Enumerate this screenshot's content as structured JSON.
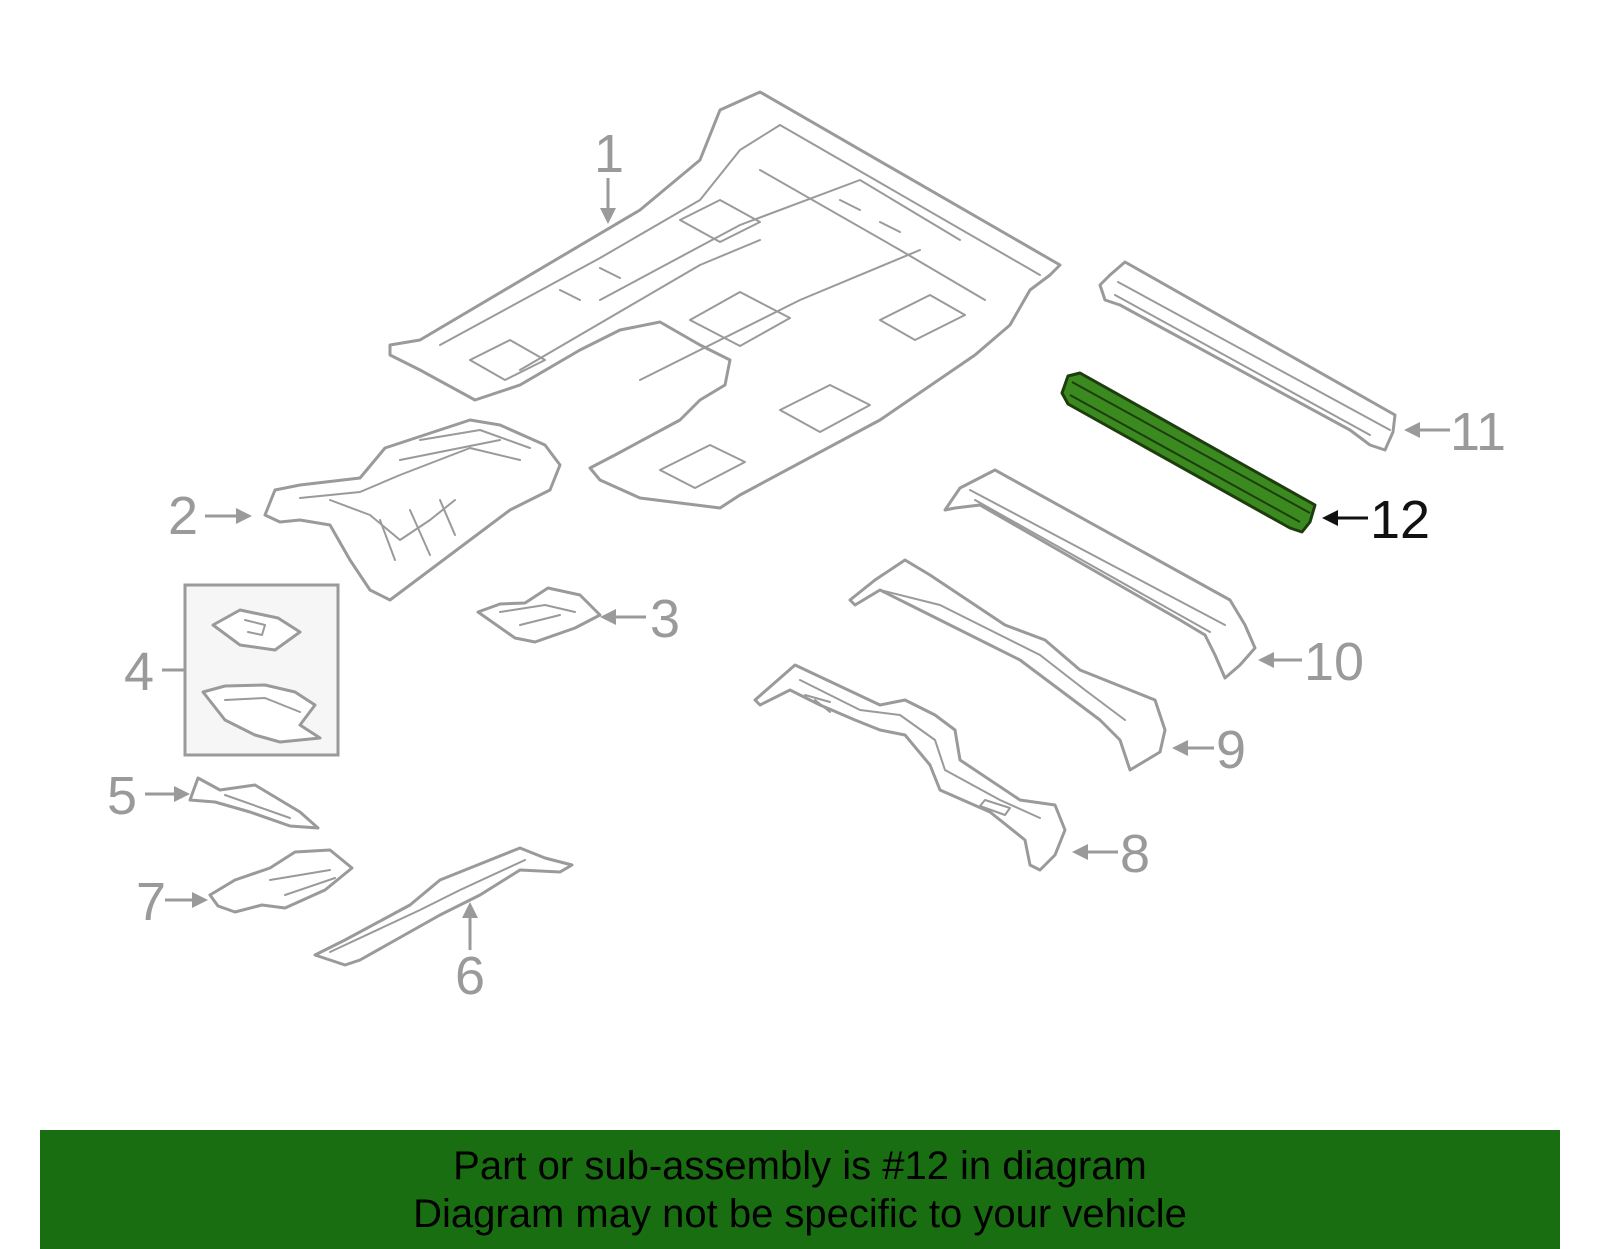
{
  "diagram": {
    "callouts": [
      "1",
      "2",
      "3",
      "4",
      "5",
      "6",
      "7",
      "8",
      "9",
      "10",
      "11",
      "12"
    ],
    "highlighted_part": "12",
    "highlight_color": "#3a8a1f",
    "line_color": "#9a9a9a"
  },
  "banner": {
    "line1": "Part or sub-assembly is #12 in diagram",
    "line2": "Diagram may not be specific to your vehicle",
    "background": "#1a6e12"
  }
}
